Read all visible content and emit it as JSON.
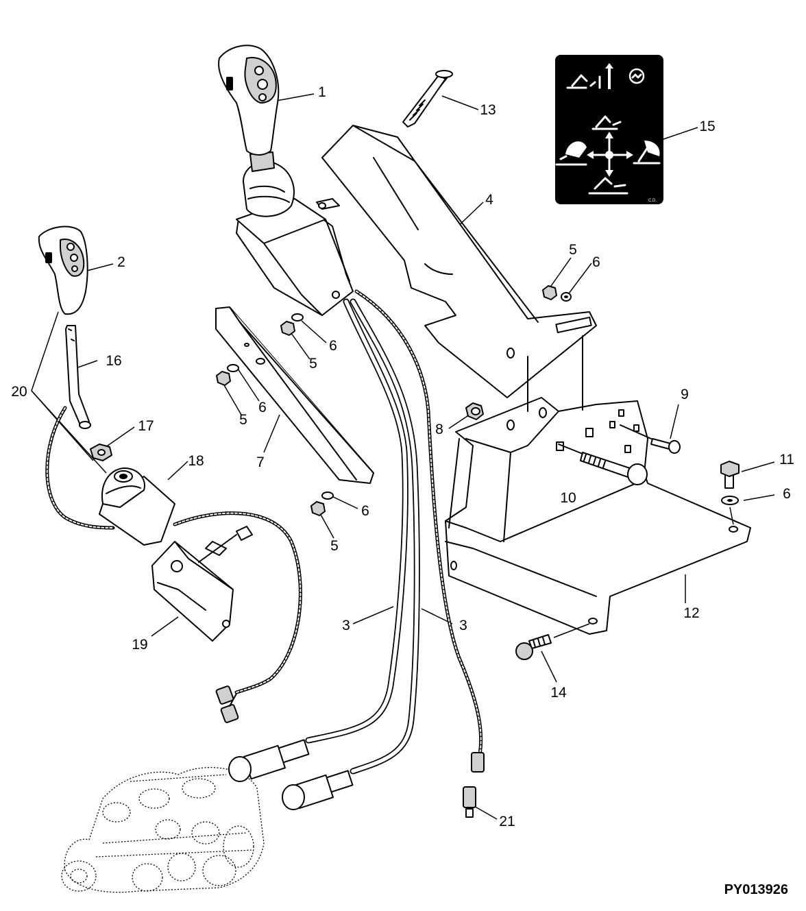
{
  "document_id": "PY013926",
  "callouts": [
    {
      "id": "c1",
      "text": "1"
    },
    {
      "id": "c2",
      "text": "2"
    },
    {
      "id": "c3a",
      "text": "3"
    },
    {
      "id": "c3b",
      "text": "3"
    },
    {
      "id": "c4",
      "text": "4"
    },
    {
      "id": "c5a",
      "text": "5"
    },
    {
      "id": "c5b",
      "text": "5"
    },
    {
      "id": "c5c",
      "text": "5"
    },
    {
      "id": "c5d",
      "text": "5"
    },
    {
      "id": "c6a",
      "text": "6"
    },
    {
      "id": "c6b",
      "text": "6"
    },
    {
      "id": "c6c",
      "text": "6"
    },
    {
      "id": "c6d",
      "text": "6"
    },
    {
      "id": "c6e",
      "text": "6"
    },
    {
      "id": "c7",
      "text": "7"
    },
    {
      "id": "c8",
      "text": "8"
    },
    {
      "id": "c9",
      "text": "9"
    },
    {
      "id": "c10",
      "text": "10"
    },
    {
      "id": "c11",
      "text": "11"
    },
    {
      "id": "c12",
      "text": "12"
    },
    {
      "id": "c13",
      "text": "13"
    },
    {
      "id": "c14",
      "text": "14"
    },
    {
      "id": "c15",
      "text": "15"
    },
    {
      "id": "c16",
      "text": "16"
    },
    {
      "id": "c17",
      "text": "17"
    },
    {
      "id": "c18",
      "text": "18"
    },
    {
      "id": "c19",
      "text": "19"
    },
    {
      "id": "c20",
      "text": "20"
    },
    {
      "id": "c21",
      "text": "21"
    }
  ],
  "decal": {
    "text": "C.D.",
    "icons": [
      "boom-raise-icon",
      "float-icon",
      "boom-lower-icon",
      "bucket-rollback-icon",
      "bucket-dump-icon",
      "four-way-arrow-icon"
    ]
  }
}
